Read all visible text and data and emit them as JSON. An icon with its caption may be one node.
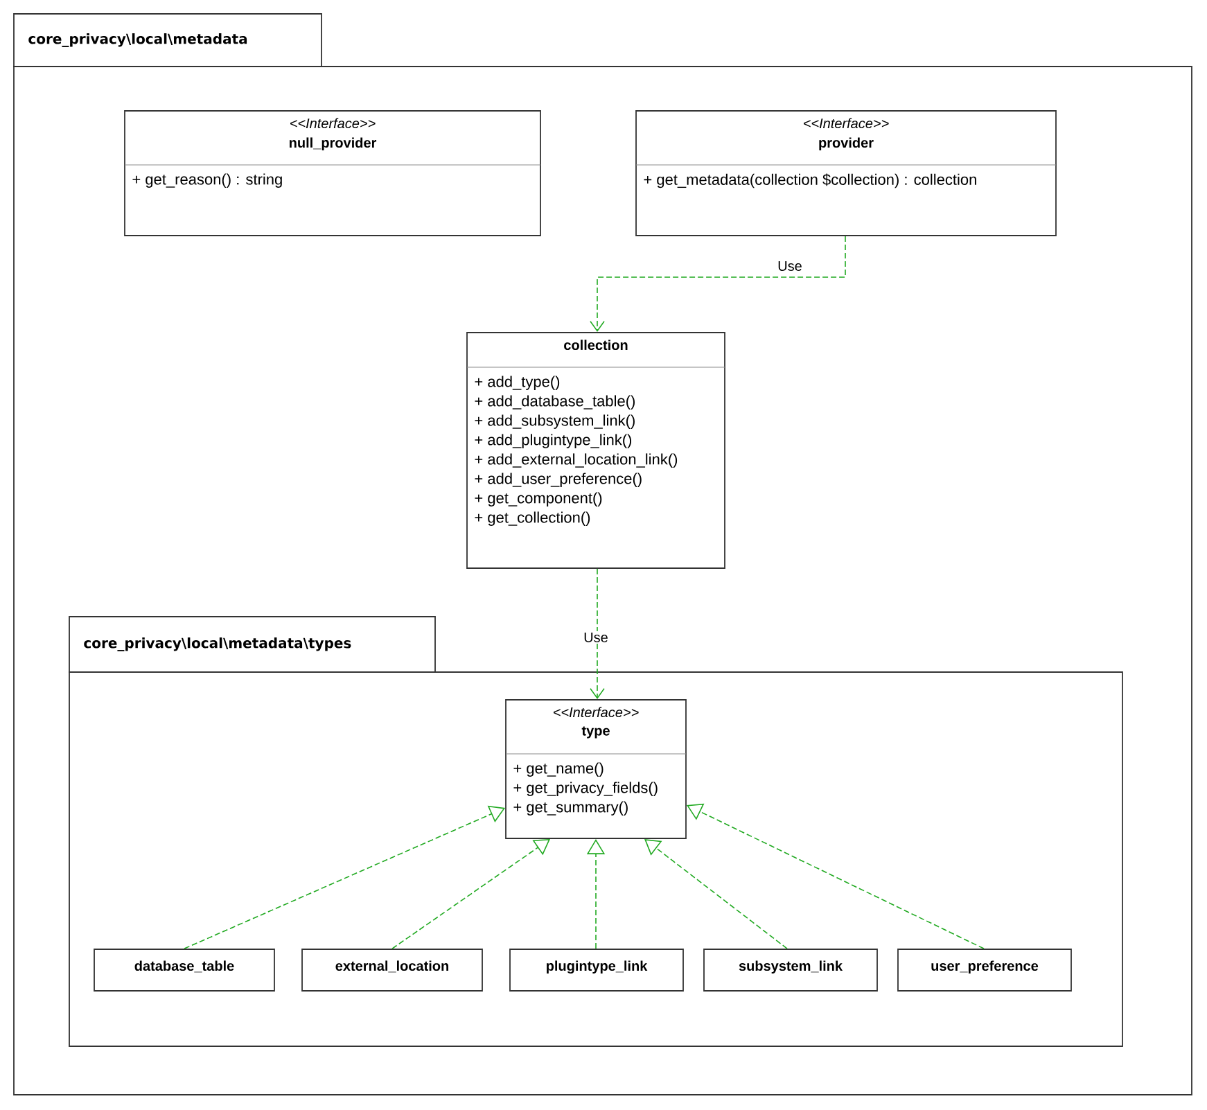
{
  "diagram": {
    "nodes": [
      {
        "text": [
          "core_privacy\\local\\metadata"
        ]
      },
      {
        "text": [
          "<<Interface>>",
          "null_provider",
          "+ get_reason() : string"
        ],
        "in": 0
      },
      {
        "text": [
          "<<Interface>>",
          "provider",
          "+ get_metadata(collection $collection) : collection"
        ],
        "in": 0
      },
      {
        "text": [
          "collection",
          "+ add_type()",
          "+ add_database_table()",
          "+ add_subsystem_link()",
          "+ add_plugintype_link()",
          "+ add_external_location_link()",
          "+ add_user_preference()",
          "+ get_component()",
          "+ get_collection()"
        ],
        "in": 0
      },
      {
        "text": [
          "core_privacy\\local\\metadata\\types"
        ],
        "in": 0
      },
      {
        "text": [
          "<<Interface>>",
          "type",
          "+ get_name()",
          "+ get_privacy_fields()",
          "+ get_summary()"
        ],
        "in": 4
      },
      {
        "text": [
          "database_table"
        ],
        "in": 4
      },
      {
        "text": [
          "external_location"
        ],
        "in": 4
      },
      {
        "text": [
          "plugintype_link"
        ],
        "in": 4
      },
      {
        "text": [
          "subsystem_link"
        ],
        "in": 4
      },
      {
        "text": [
          "user_preference"
        ],
        "in": 4
      }
    ],
    "edges": [
      {
        "from": 2,
        "to": 3,
        "arrow": "to",
        "label": "Use",
        "style": "dashed"
      },
      {
        "from": 3,
        "to": 5,
        "arrow": "to",
        "label": "Use",
        "style": "dashed"
      },
      {
        "from": 6,
        "to": 5,
        "arrow": "to",
        "style": "dashed"
      },
      {
        "from": 7,
        "to": 5,
        "arrow": "to",
        "style": "dashed"
      },
      {
        "from": 8,
        "to": 5,
        "arrow": "to",
        "style": "dashed"
      },
      {
        "from": 9,
        "to": 5,
        "arrow": "to",
        "style": "dashed"
      },
      {
        "from": 10,
        "to": 5,
        "arrow": "to",
        "style": "dashed"
      }
    ]
  }
}
